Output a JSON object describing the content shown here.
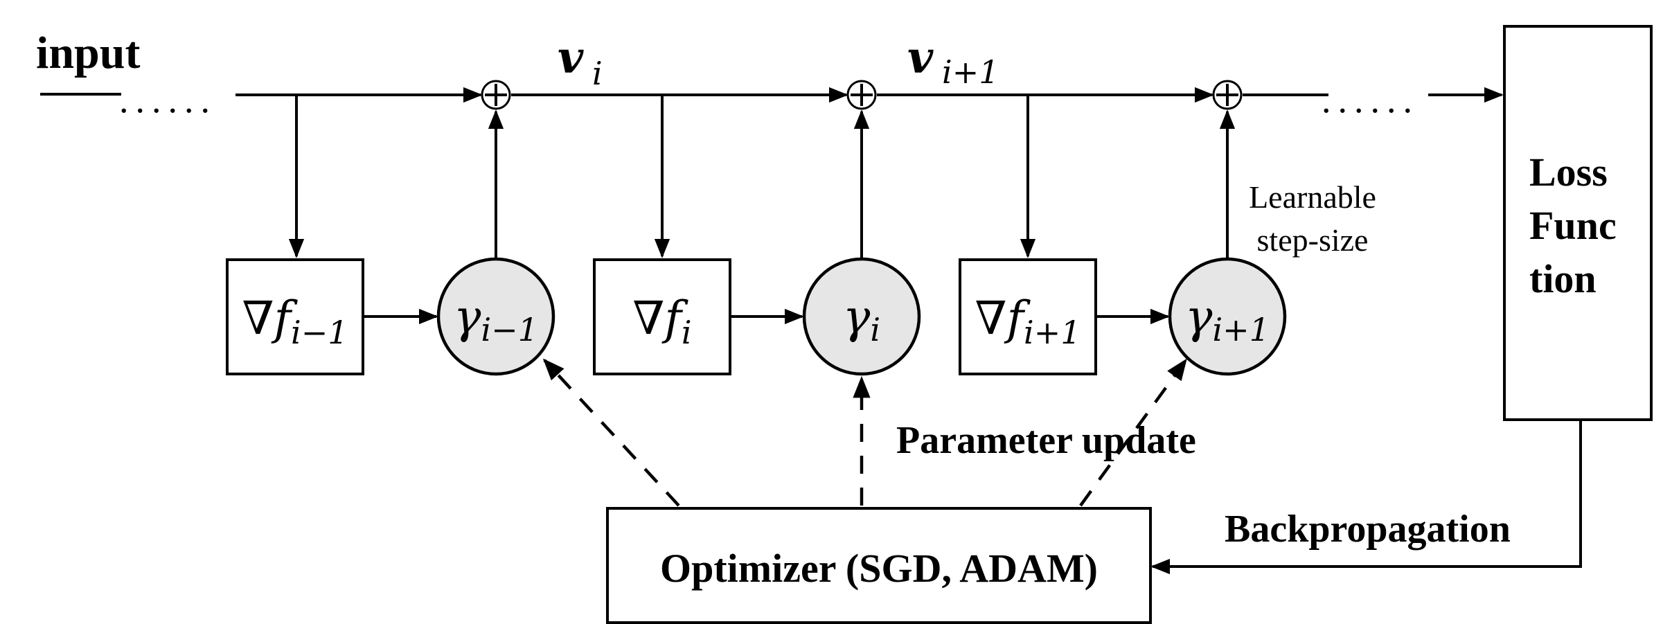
{
  "labels": {
    "input": "input",
    "v_i": "v",
    "v_i_sub": "i",
    "v_next": "v",
    "v_next_sub": "i+1",
    "learnable_line1": "Learnable",
    "learnable_line2": "step-size",
    "parameter_update": "Parameter update",
    "backpropagation": "Backpropagation",
    "optimizer": "Optimizer (SGD, ADAM)",
    "loss_line1": "Loss",
    "loss_line2": "Func",
    "loss_line3": "tion",
    "dots": "......"
  },
  "gradients": [
    {
      "nabla": "∇",
      "f": "f",
      "sub": "i−1"
    },
    {
      "nabla": "∇",
      "f": "f",
      "sub": "i"
    },
    {
      "nabla": "∇",
      "f": "f",
      "sub": "i+1"
    }
  ],
  "stepsizes": [
    {
      "gamma": "γ",
      "sub": "i−1"
    },
    {
      "gamma": "γ",
      "sub": "i"
    },
    {
      "gamma": "γ",
      "sub": "i+1"
    }
  ],
  "colors": {
    "stroke": "#000000",
    "stepsize_fill": "#e6e6e6",
    "background": "#ffffff"
  }
}
